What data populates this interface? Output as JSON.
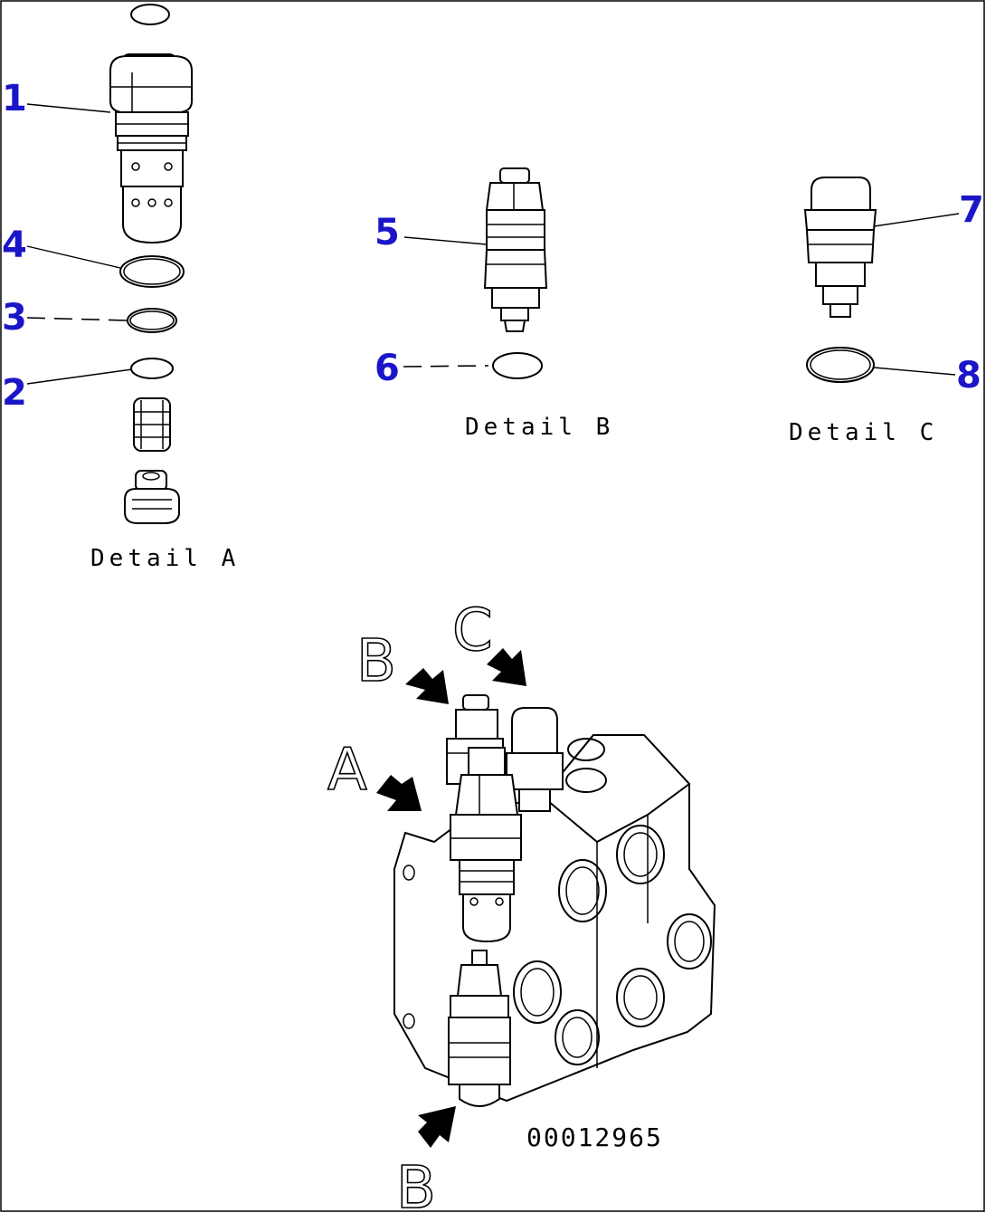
{
  "callouts": [
    "1",
    "2",
    "3",
    "4",
    "5",
    "6",
    "7",
    "8"
  ],
  "details": {
    "a": "Detail A",
    "b": "Detail B",
    "c": "Detail C"
  },
  "view_letters": {
    "a": "A",
    "b": "B",
    "c": "C",
    "b_lower": "B"
  },
  "drawing_number": "00012965"
}
